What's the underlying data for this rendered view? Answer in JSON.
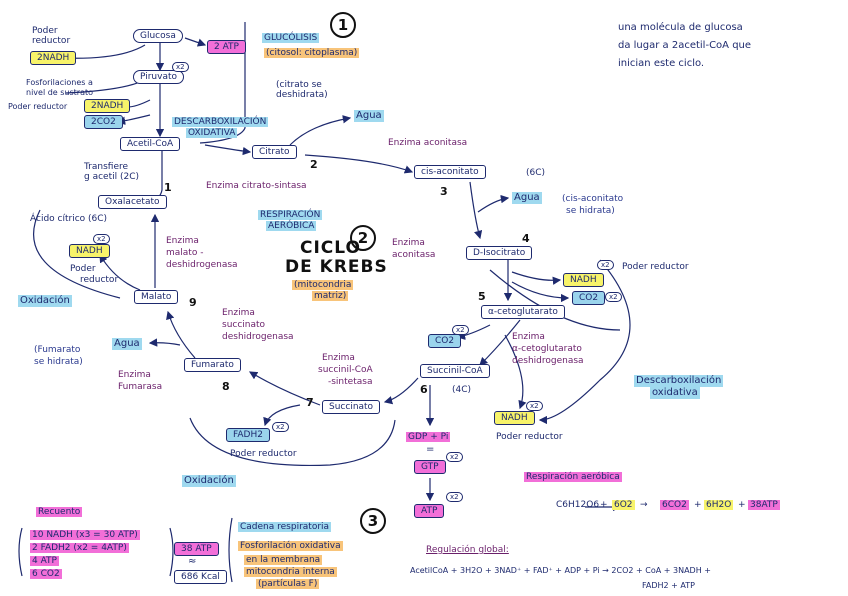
{
  "note_top_right": {
    "line1": "una molécula de glucosa",
    "line2": "da lugar a 2acetil-CoA que",
    "line3": "inician este ciclo."
  },
  "section1": {
    "num": "1",
    "glucolisis": "GLUCÓLISIS",
    "location": "(citosol: citoplasma)",
    "regen": "(citrato se",
    "regen2": "deshidrata)"
  },
  "section2": {
    "num": "2",
    "title1": "CICLO",
    "title2": "DE KREBS",
    "location": "(mitocondria",
    "location2": "matriz)",
    "resp1": "RESPIRACIÓN",
    "resp2": "AERÓBICA"
  },
  "section3": {
    "num": "3",
    "cadena": "Cadena respiratoria",
    "fosfo": "Fosforilación oxidativa",
    "membrana1": "en la membrana",
    "membrana2": "mitocondria interna",
    "particulas": "(partículas F)"
  },
  "glycolysis": {
    "glucosa": "Glucosa",
    "piruvato": "Piruvato",
    "atp": "2 ATP",
    "x2": "x2",
    "poder_reductor": "Poder",
    "poder_reductor2": "reductor",
    "nadh": "2NADH",
    "fosfo1": "Fosforilaciones a",
    "fosfo2": "nivel de sustrato",
    "poder_reductor_line": "Poder reductor",
    "nadh2": "2NADH",
    "co2": "2CO2",
    "descarbox1": "DESCARBOXILACIÓN",
    "descarbox2": "OXIDATIVA",
    "acetil": "Acetil-CoA",
    "transfiere1": "Transfiere",
    "transfiere2": "g acetil (2C)"
  },
  "cycle": {
    "citrato": "Citrato",
    "agua1": "Agua",
    "aconitasa_top": "Enzima aconitasa",
    "cis_aconitato": "cis-aconitato",
    "six_c1": "(6C)",
    "agua2": "Agua",
    "cis_hidrata1": "(cis-aconitato",
    "cis_hidrata2": "se hidrata)",
    "d_isocitrato": "D-Isocitrato",
    "x2a": "x2",
    "poder_reductor_r": "Poder reductor",
    "nadh_r": "NADH",
    "co2_r": "CO2",
    "x2b": "x2",
    "alfa_ceto": "α-cetoglutarato",
    "co2_mid": "CO2",
    "x2c": "x2",
    "enzima_alfa1": "Enzima",
    "enzima_alfa2": "α-cetoglutarato",
    "enzima_alfa3": "deshidrogenasa",
    "descarbox_r1": "Descarboxilación",
    "descarbox_r2": "oxidativa",
    "succinil": "Succinil-CoA",
    "four_c": "(4C)",
    "nadh_b": "NADH",
    "x2d": "x2",
    "poder_reductor_b": "Poder reductor",
    "gdp": "GDP + Pi",
    "equals": "=",
    "gtp": "GTP",
    "x2e": "x2",
    "atp": "ATP",
    "x2f": "x2",
    "succinato": "Succinato",
    "enz_succ_coa1": "Enzima",
    "enz_succ_coa2": "succinil-CoA",
    "enz_succ_coa3": "-sintetasa",
    "fadh2": "FADH2",
    "x2g": "x2",
    "poder_reductor_f": "Poder reductor",
    "oxidacion_b": "Oxidación",
    "enz_succ1": "Enzima",
    "enz_succ2": "succinato",
    "enz_succ3": "deshidrogenasa",
    "fumarato": "Fumarato",
    "agua3": "Agua",
    "fum_hidrata1": "(Fumarato",
    "fum_hidrata2": "se hidrata)",
    "enz_fum1": "Enzima",
    "enz_fum2": "Fumarasa",
    "malato": "Malato",
    "enz_mal1": "Enzima",
    "enz_mal2": "malato -",
    "enz_mal3": "deshidrogenasa",
    "oxidacion_l": "Oxidación",
    "acido_citrico": "Ácido cítrico (6C)",
    "nadh_l": "NADH",
    "x2h": "x2",
    "poder_reductor_l1": "Poder",
    "poder_reductor_l2": "reductor",
    "oxalacetato": "Oxalacetato",
    "citrato_sintasa": "Enzima citrato-sintasa",
    "aconitasa_center1": "Enzima",
    "aconitasa_center2": "aconitasa",
    "steps": [
      "1",
      "2",
      "3",
      "4",
      "5",
      "6",
      "7",
      "8",
      "9"
    ]
  },
  "summary": {
    "recuento": "Recuento",
    "l1": "10 NADH (x3 = 30 ATP)",
    "l2": "2 FADH2 (x2 = 4ATP)",
    "l3": "4 ATP",
    "l4": "6 CO2",
    "atp": "38 ATP",
    "approx": "≈",
    "kcal": "686 Kcal"
  },
  "aerobic": {
    "title": "Respiración aeróbica",
    "r1": "C6H12O6",
    "plus1": "+",
    "r2": "6O2",
    "arrow": "→",
    "p1": "6CO2",
    "plus2": "+",
    "p2": "6H2O",
    "plus3": "+",
    "p3": "38ATP"
  },
  "global": {
    "title": "Regulación global:",
    "eq1": "AcetilCoA + 3H2O + 3NAD⁺ + FAD⁺ + ADP + Pi → 2CO2 + CoA + 3NADH +",
    "eq2": "FADH2 + ATP"
  }
}
